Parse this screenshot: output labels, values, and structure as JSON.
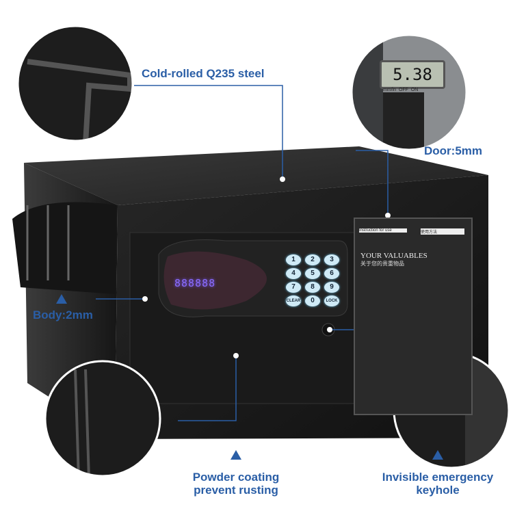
{
  "callouts": {
    "steel": "Cold-rolled Q235 steel",
    "door": "Door:5mm",
    "body": "Body:2mm",
    "coating_line1": "Powder coating",
    "coating_line2": "prevent rusting",
    "keyhole_line1": "Invisible emergency",
    "keyhole_line2": "keyhole"
  },
  "caliper": {
    "reading": "5.38",
    "unit": "mm/in",
    "off": "OFF",
    "on": "ON"
  },
  "keypad": {
    "keys": [
      "1",
      "2",
      "3",
      "4",
      "5",
      "6",
      "7",
      "8",
      "9",
      "CLEAR",
      "0",
      "LOCK"
    ],
    "display": "888888"
  },
  "instruction_panel": {
    "header_en": "Instruction for use",
    "header_cn": "使用方法",
    "title": "YOUR VALUABLES",
    "subtitle": "关于您的贵重物品"
  },
  "colors": {
    "callout_text": "#2a5ea6",
    "safe_body": "#1e1e1e",
    "keypad_glow": "#6fc3e8",
    "display": "#8a6cff"
  }
}
